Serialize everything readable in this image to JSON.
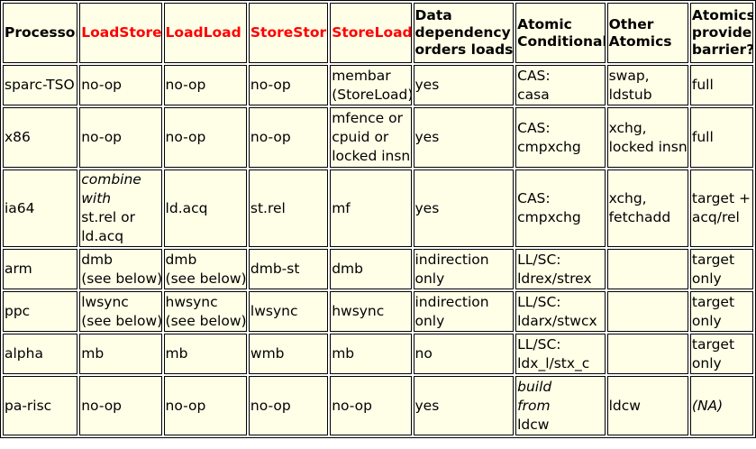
{
  "headers": [
    {
      "lines": [
        "Processor"
      ],
      "red": false
    },
    {
      "lines": [
        "LoadStore"
      ],
      "red": true
    },
    {
      "lines": [
        "LoadLoad"
      ],
      "red": true
    },
    {
      "lines": [
        "StoreStore"
      ],
      "red": true
    },
    {
      "lines": [
        "StoreLoad"
      ],
      "red": true
    },
    {
      "lines": [
        "Data",
        "dependency",
        "orders loads?"
      ],
      "red": false
    },
    {
      "lines": [
        "Atomic",
        "Conditional"
      ],
      "red": false
    },
    {
      "lines": [
        "Other",
        "Atomics"
      ],
      "red": false
    },
    {
      "lines": [
        "Atomics",
        "provide",
        "barrier?"
      ],
      "red": false
    }
  ],
  "rows": [
    {
      "name": "sparc-TSO",
      "cells": [
        {
          "lines": [
            "sparc-TSO"
          ]
        },
        {
          "lines": [
            "no-op"
          ]
        },
        {
          "lines": [
            "no-op"
          ]
        },
        {
          "lines": [
            "no-op"
          ]
        },
        {
          "lines": [
            "membar",
            "(StoreLoad)"
          ]
        },
        {
          "lines": [
            "yes"
          ]
        },
        {
          "lines": [
            "CAS:",
            "casa"
          ]
        },
        {
          "lines": [
            "swap,",
            "ldstub"
          ]
        },
        {
          "lines": [
            "full"
          ]
        }
      ]
    },
    {
      "name": "x86",
      "cells": [
        {
          "lines": [
            "x86"
          ]
        },
        {
          "lines": [
            "no-op"
          ]
        },
        {
          "lines": [
            "no-op"
          ]
        },
        {
          "lines": [
            "no-op"
          ]
        },
        {
          "lines": [
            "mfence or",
            "cpuid or",
            "locked insn"
          ]
        },
        {
          "lines": [
            "yes"
          ]
        },
        {
          "lines": [
            "CAS:",
            "cmpxchg"
          ]
        },
        {
          "lines": [
            "xchg,",
            "locked insn"
          ]
        },
        {
          "lines": [
            "full"
          ]
        }
      ]
    },
    {
      "name": "ia64",
      "cells": [
        {
          "lines": [
            "ia64"
          ]
        },
        {
          "lines": [
            "combine",
            "with",
            "st.rel or",
            "ld.acq"
          ],
          "italic_lines": [
            0,
            1
          ]
        },
        {
          "lines": [
            "ld.acq"
          ]
        },
        {
          "lines": [
            "st.rel"
          ]
        },
        {
          "lines": [
            "mf"
          ]
        },
        {
          "lines": [
            "yes"
          ]
        },
        {
          "lines": [
            "CAS:",
            "cmpxchg"
          ]
        },
        {
          "lines": [
            "xchg,",
            "fetchadd"
          ]
        },
        {
          "lines": [
            "target +",
            "acq/rel"
          ]
        }
      ]
    },
    {
      "name": "arm",
      "cells": [
        {
          "lines": [
            "arm"
          ]
        },
        {
          "lines": [
            "dmb",
            "(see below)"
          ]
        },
        {
          "lines": [
            "dmb",
            "(see below)"
          ]
        },
        {
          "lines": [
            "dmb-st"
          ]
        },
        {
          "lines": [
            "dmb"
          ]
        },
        {
          "lines": [
            "indirection",
            "only"
          ]
        },
        {
          "lines": [
            "LL/SC:",
            "ldrex/strex"
          ]
        },
        {
          "lines": []
        },
        {
          "lines": [
            "target",
            "only"
          ]
        }
      ]
    },
    {
      "name": "ppc",
      "cells": [
        {
          "lines": [
            "ppc"
          ]
        },
        {
          "lines": [
            "lwsync",
            "(see below)"
          ]
        },
        {
          "lines": [
            "hwsync",
            "(see below)"
          ]
        },
        {
          "lines": [
            "lwsync"
          ]
        },
        {
          "lines": [
            "hwsync"
          ]
        },
        {
          "lines": [
            "indirection",
            "only"
          ]
        },
        {
          "lines": [
            "LL/SC:",
            "ldarx/stwcx"
          ]
        },
        {
          "lines": []
        },
        {
          "lines": [
            "target",
            "only"
          ]
        }
      ]
    },
    {
      "name": "alpha",
      "cells": [
        {
          "lines": [
            "alpha"
          ]
        },
        {
          "lines": [
            "mb"
          ]
        },
        {
          "lines": [
            "mb"
          ]
        },
        {
          "lines": [
            "wmb"
          ]
        },
        {
          "lines": [
            "mb"
          ]
        },
        {
          "lines": [
            "no"
          ]
        },
        {
          "lines": [
            "LL/SC:",
            "ldx_l/stx_c"
          ]
        },
        {
          "lines": []
        },
        {
          "lines": [
            "target",
            "only"
          ]
        }
      ]
    },
    {
      "name": "pa-risc",
      "cells": [
        {
          "lines": [
            "pa-risc"
          ]
        },
        {
          "lines": [
            "no-op"
          ]
        },
        {
          "lines": [
            "no-op"
          ]
        },
        {
          "lines": [
            "no-op"
          ]
        },
        {
          "lines": [
            "no-op"
          ]
        },
        {
          "lines": [
            "yes"
          ]
        },
        {
          "lines": [
            "build",
            "from",
            "ldcw"
          ],
          "italic_lines": [
            0,
            1
          ]
        },
        {
          "lines": [
            "ldcw"
          ]
        },
        {
          "lines": [
            "(NA)"
          ],
          "italic_lines": [
            0
          ]
        }
      ]
    }
  ],
  "colors": {
    "cell_background": "#ffffe8",
    "border": "#000000",
    "barrier_header_text": "#ff0000"
  }
}
